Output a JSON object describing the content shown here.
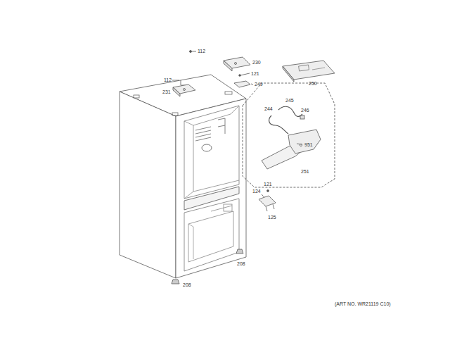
{
  "diagram": {
    "labels": [
      "112",
      "230",
      "121",
      "249",
      "250",
      "112",
      "231",
      "245",
      "244",
      "246",
      "951",
      "251",
      "121",
      "124",
      "125",
      "208",
      "208",
      "(ART NO. WR21119 C10)"
    ]
  }
}
